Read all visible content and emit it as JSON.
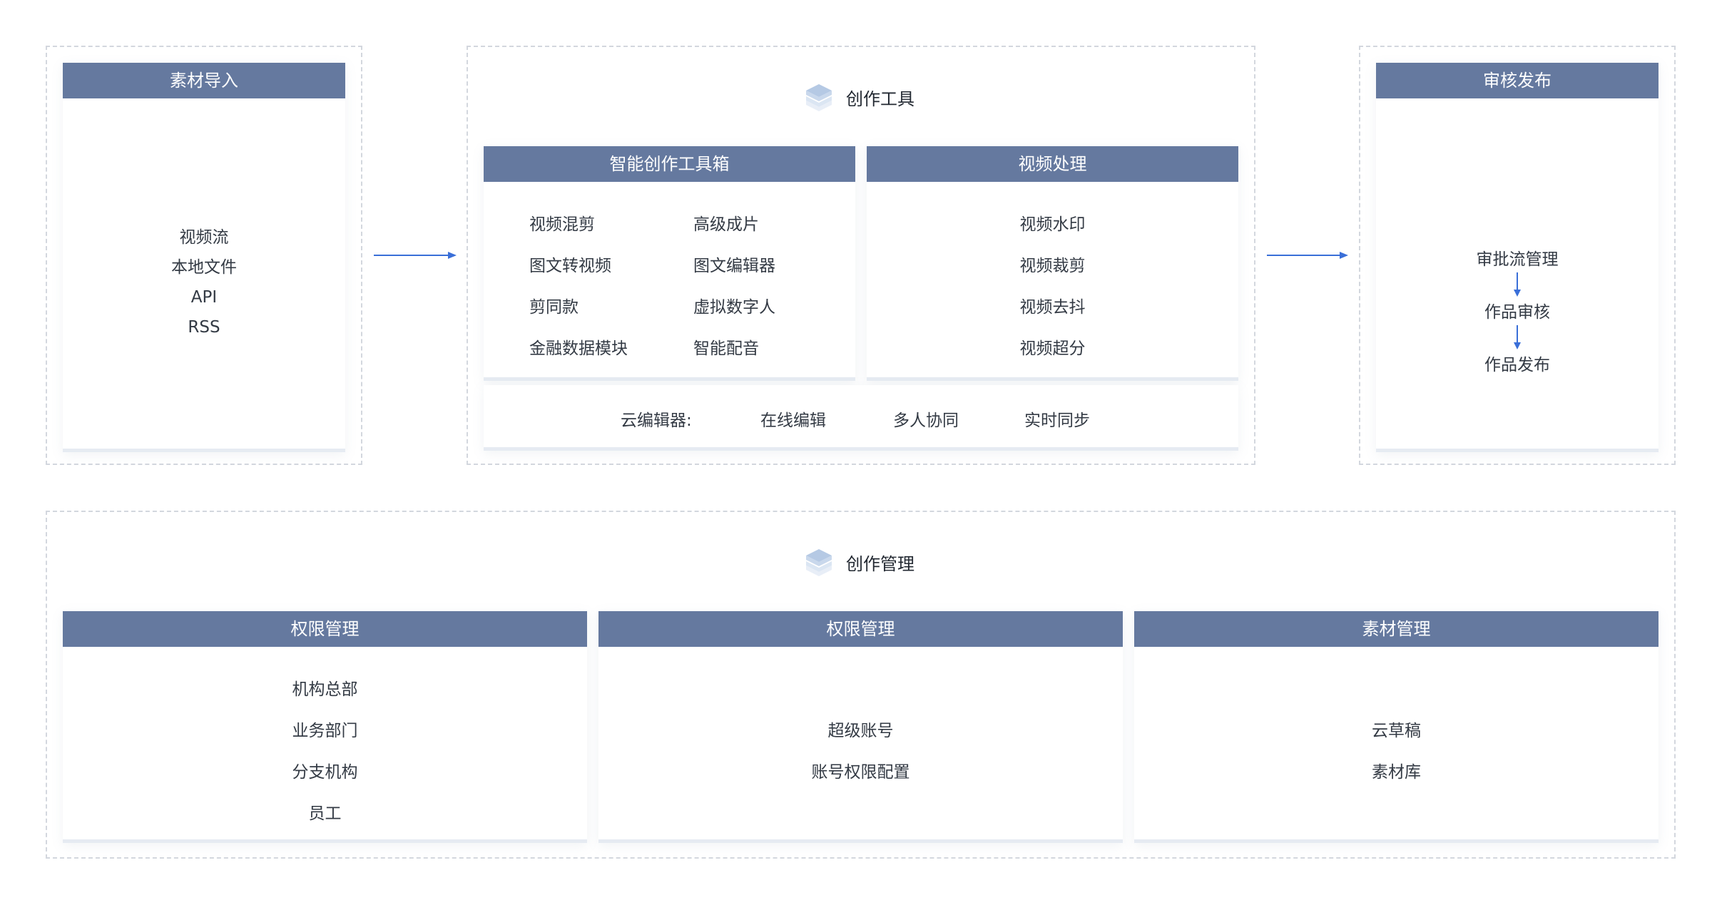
{
  "import": {
    "header": "素材导入",
    "items": [
      "视频流",
      "本地文件",
      "API",
      "RSS"
    ]
  },
  "tools": {
    "title": "创作工具",
    "toolbox": {
      "header": "智能创作工具箱",
      "left": [
        "视频混剪",
        "图文转视频",
        "剪同款",
        "金融数据模块"
      ],
      "right": [
        "高级成片",
        "图文编辑器",
        "虚拟数字人",
        "智能配音"
      ]
    },
    "video": {
      "header": "视频处理",
      "items": [
        "视频水印",
        "视频裁剪",
        "视频去抖",
        "视频超分"
      ]
    },
    "cloud_editor": {
      "label": "云编辑器:",
      "items": [
        "在线编辑",
        "多人协同",
        "实时同步"
      ]
    }
  },
  "publish": {
    "header": "审核发布",
    "steps": [
      "审批流管理",
      "作品审核",
      "作品发布"
    ]
  },
  "management": {
    "title": "创作管理",
    "cards": [
      {
        "header": "权限管理",
        "items": [
          "机构总部",
          "业务部门",
          "分支机构",
          "员工"
        ]
      },
      {
        "header": "权限管理",
        "items": [
          "超级账号",
          "账号权限配置"
        ]
      },
      {
        "header": "素材管理",
        "items": [
          "云草稿",
          "素材库"
        ]
      }
    ]
  },
  "colors": {
    "header_bg": "#65799f",
    "arrow": "#3a6fd8",
    "frame_border": "#d3d7de"
  }
}
